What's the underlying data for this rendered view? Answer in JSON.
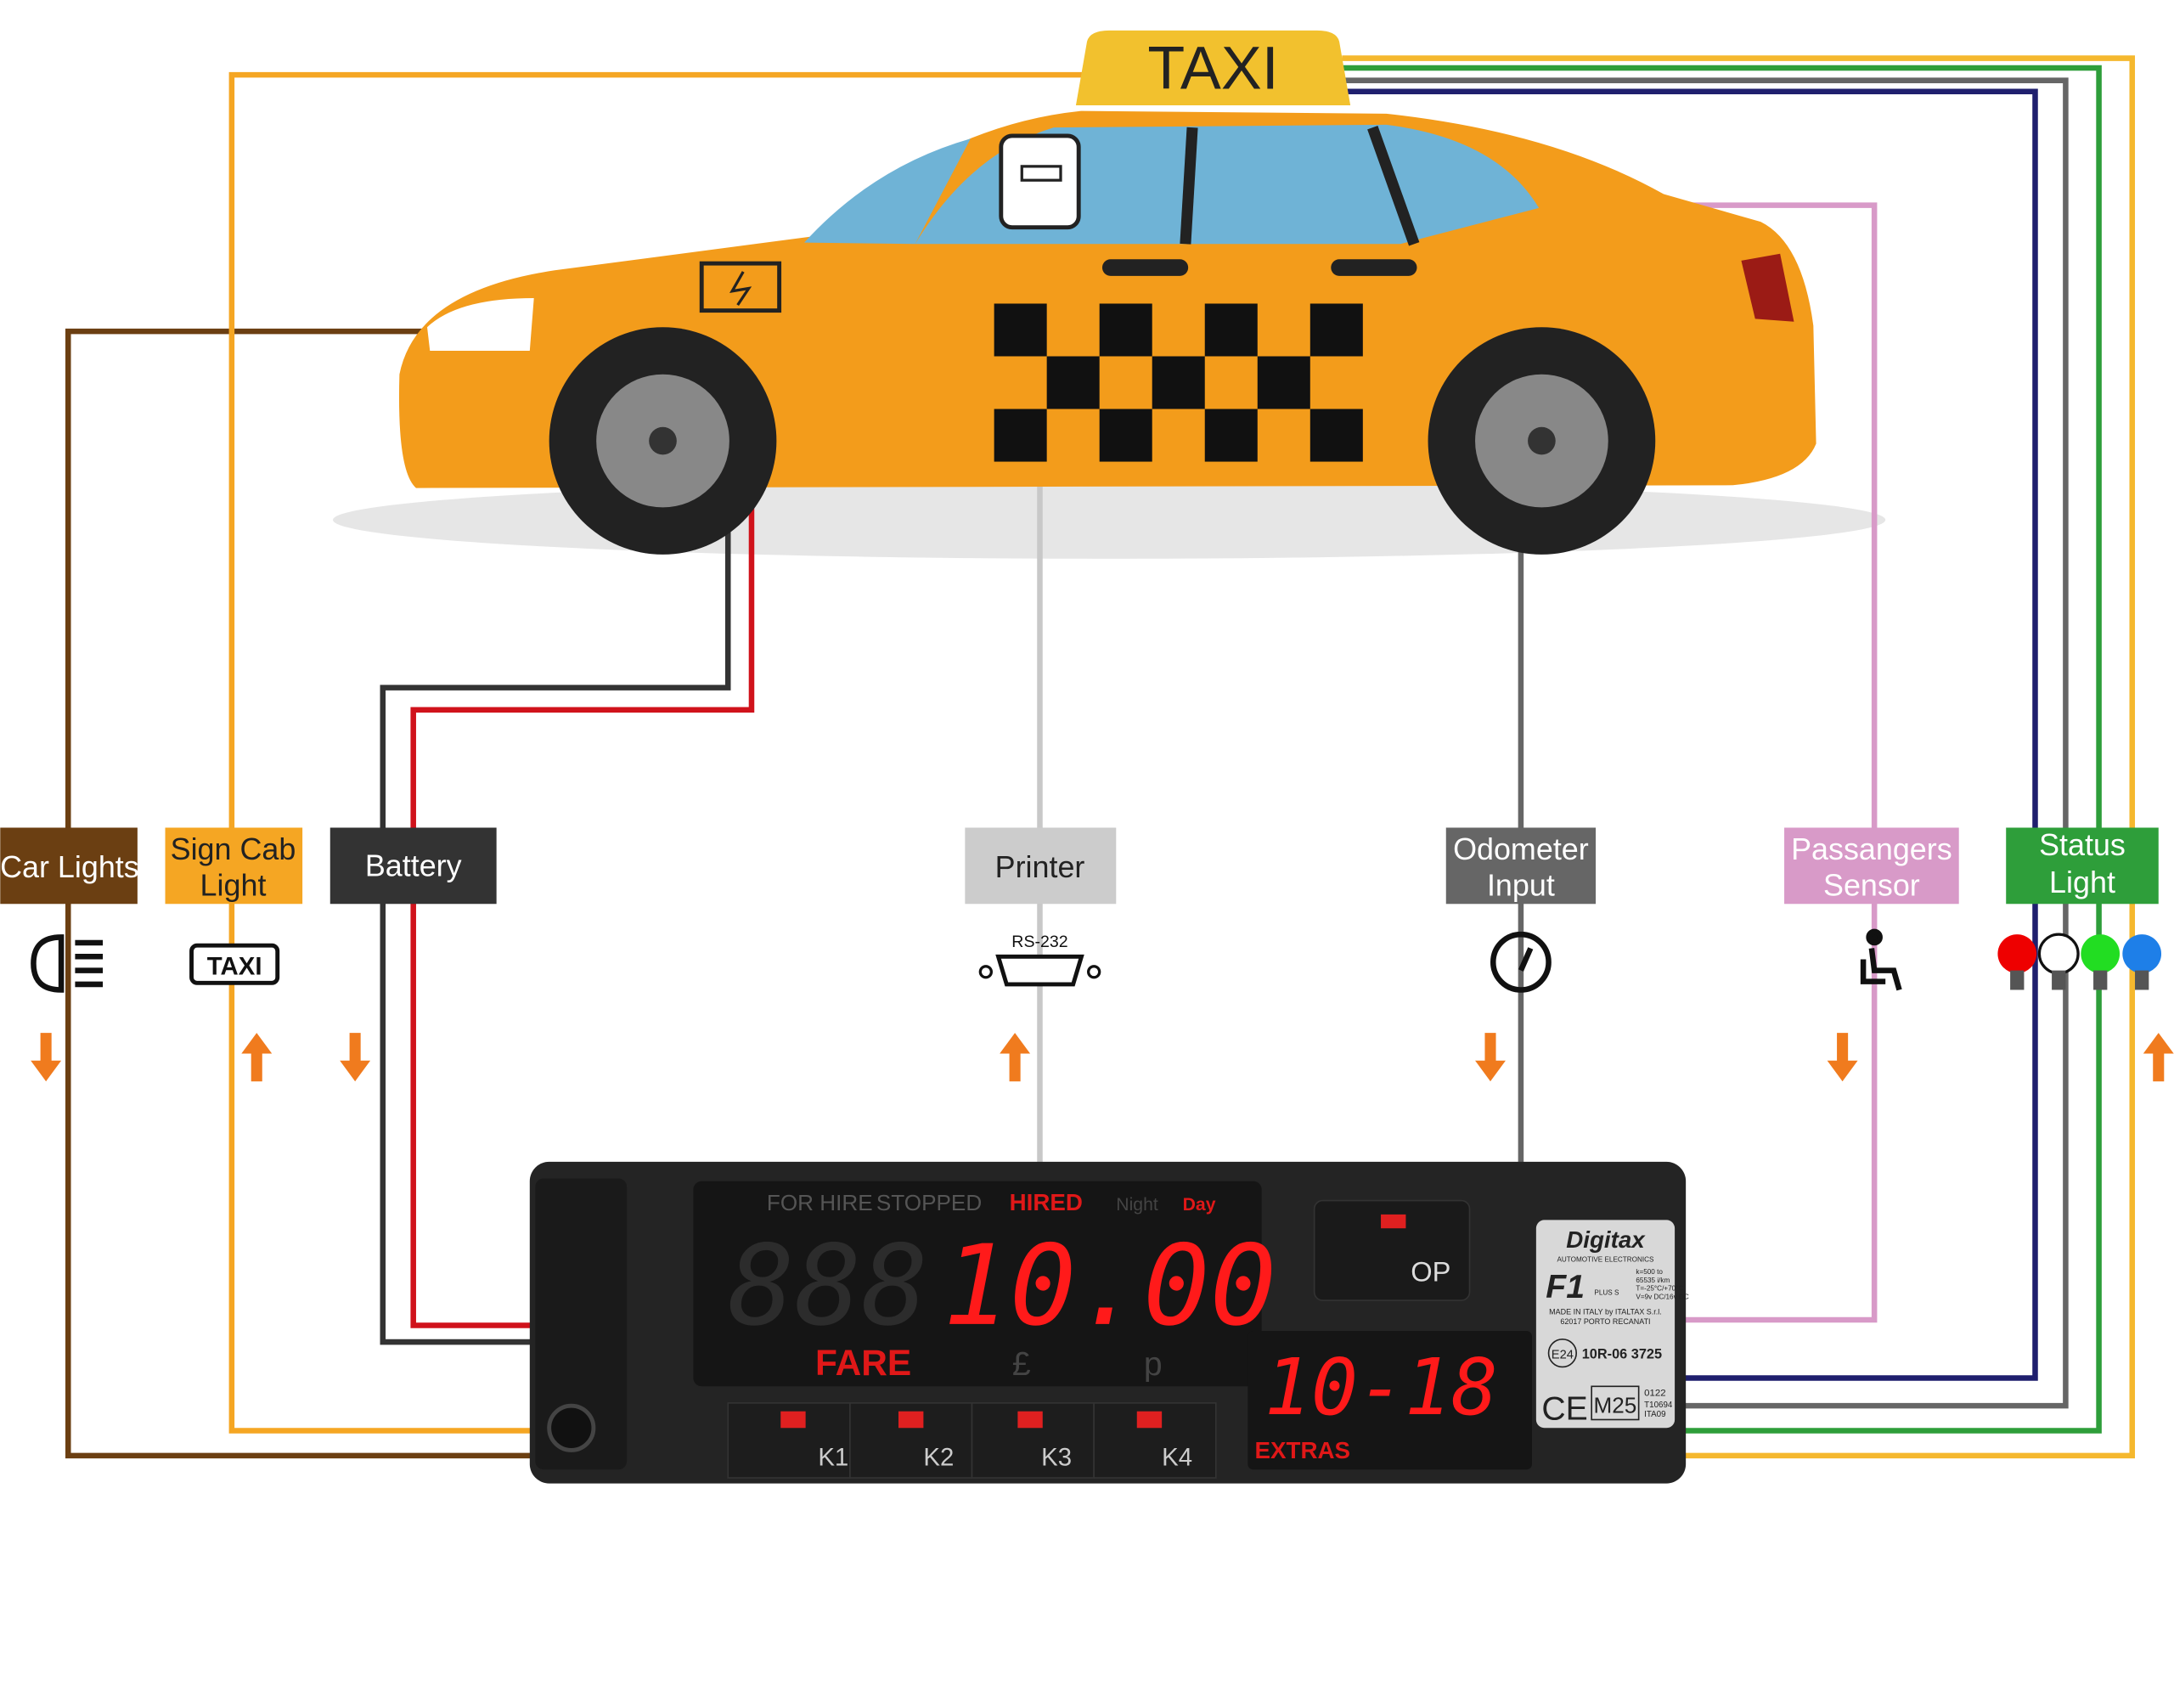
{
  "car": {
    "roof_sign": "TAXI"
  },
  "labels": {
    "car_lights": "Car Lights",
    "sign_cab_line1": "Sign Cab",
    "sign_cab_line2": "Light",
    "battery": "Battery",
    "printer": "Printer",
    "printer_port": "RS-232",
    "odometer_line1": "Odometer",
    "odometer_line2": "Input",
    "passengers_line1": "Passangers",
    "passengers_line2": "Sensor",
    "status_line1": "Status",
    "status_line2": "Light",
    "taxi_icon_text": "TAXI"
  },
  "meter": {
    "status_labels": [
      "FOR HIRE",
      "STOPPED",
      "HIRED",
      "Night",
      "Day"
    ],
    "fare_value": "10.00",
    "fare_ghost": "888",
    "fare_label": "FARE",
    "currency_pound": "£",
    "currency_pence": "p",
    "extras_value": "10-18",
    "extras_label": "EXTRAS",
    "op_button": "OP",
    "keys": [
      "K1",
      "K2",
      "K3",
      "K4"
    ],
    "plate": {
      "brand": "Digitax",
      "brand_sub": "AUTOMOTIVE ELECTRONICS",
      "model": "F1",
      "model_sub": "PLUS S",
      "specs": [
        "k=500 to",
        "65535 i/km",
        "T=-25°C/+70°C",
        "V=9v DC/16v DC"
      ],
      "maker": "MADE IN ITALY by ITALTAX S.r.l.",
      "address": "62017 PORTO RECANATI",
      "approval_mark": "E24",
      "approval_number": "10R-06 3725",
      "ce": "CE",
      "m25": "M25",
      "codes": [
        "0122",
        "T10694",
        "ITA09"
      ]
    }
  },
  "colors": {
    "car_lights": "#6b3f12",
    "sign_cab": "#f5a623",
    "battery": "#333333",
    "battery_pos": "#d0121b",
    "printer": "#c8c8c8",
    "odometer": "#666666",
    "passengers": "#d89ac8",
    "status": "#2e9e3a",
    "arrow": "#f07b1e"
  }
}
